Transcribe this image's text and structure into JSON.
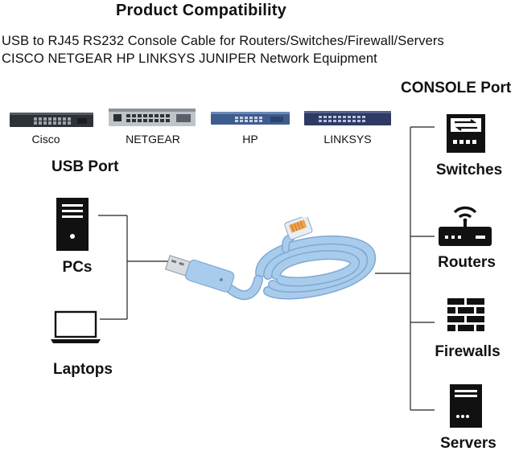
{
  "title": "Product Compatibility",
  "subtitle_line1": "USB to RJ45 RS232 Console Cable for Routers/Switches/Firewall/Servers",
  "subtitle_line2": "CISCO NETGEAR HP LINKSYS JUNIPER Network Equipment",
  "brands": [
    {
      "label": "Cisco",
      "icon": "switch-device-image"
    },
    {
      "label": "NETGEAR",
      "icon": "switch-device-image"
    },
    {
      "label": "HP",
      "icon": "switch-device-image"
    },
    {
      "label": "LINKSYS",
      "icon": "switch-device-image"
    }
  ],
  "usb_port": {
    "heading": "USB Port",
    "devices": [
      {
        "label": "PCs",
        "icon": "pc-tower-icon"
      },
      {
        "label": "Laptops",
        "icon": "laptop-icon"
      }
    ]
  },
  "console_port": {
    "heading": "CONSOLE Port",
    "devices": [
      {
        "label": "Switches",
        "icon": "network-switch-icon"
      },
      {
        "label": "Routers",
        "icon": "wifi-router-icon"
      },
      {
        "label": "Firewalls",
        "icon": "firewall-brick-icon"
      },
      {
        "label": "Servers",
        "icon": "server-icon"
      }
    ]
  },
  "colors": {
    "cable": "#a9ccec",
    "cable_dark": "#7fa9d3",
    "icon": "#111111"
  }
}
